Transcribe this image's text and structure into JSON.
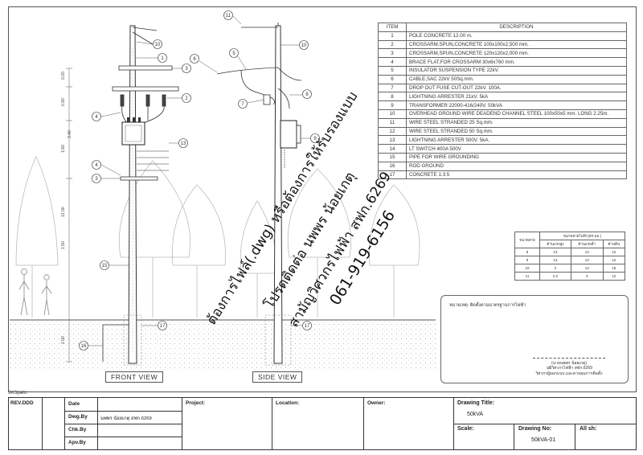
{
  "drawing": {
    "front_view_label": "FRONT VIEW",
    "side_view_label": "SIDE VIEW",
    "ks_label": "3KSpato",
    "dims": [
      "0.20",
      "0.90",
      "1.80",
      "3.40",
      "12.00",
      "1.50",
      "2.00"
    ],
    "callouts": [
      "10",
      "1",
      "3",
      "2",
      "4",
      "13",
      "4",
      "3",
      "15",
      "16",
      "17",
      "11",
      "10",
      "6",
      "5",
      "7",
      "8",
      "9",
      "17"
    ]
  },
  "materials": {
    "header_item": "ITEM",
    "header_desc": "DESCRIPTION",
    "rows": [
      {
        "no": "1",
        "desc": "POLE CONCRETE 12.00  m."
      },
      {
        "no": "2",
        "desc": "CROSSARM,SPUN,CONCRETE 100x100x2,500  mm."
      },
      {
        "no": "3",
        "desc": "CROSSARM,SPUN,CONCRETE 120x120x2,000  mm."
      },
      {
        "no": "4",
        "desc": "BRACE FLAT,FOR CROSSARM 30x6x760  mm."
      },
      {
        "no": "5",
        "desc": "INSULATOR SUSPENSION TYPE 22kV."
      },
      {
        "no": "6",
        "desc": "CABLE,SAC 22kV 50Sq.mm."
      },
      {
        "no": "7",
        "desc": "DROP OUT FUSE CUT-OUT 22kV. 100A."
      },
      {
        "no": "8",
        "desc": "LIGHTNING ARRESTER 21kV. 5kA"
      },
      {
        "no": "9",
        "desc": "TRANSFORMER 22000-416/240V. 50kVA"
      },
      {
        "no": "10",
        "desc": "OVERHEAD GROUND WIRE DEADEND CHANNEL STEEL 100x50x5 mm. LONG 2.25m."
      },
      {
        "no": "11",
        "desc": "WIRE STEEL STRANDED 25 Sq.mm."
      },
      {
        "no": "12",
        "desc": "WIRE STEEL STRANDED 50 Sq.mm."
      },
      {
        "no": "13",
        "desc": "LIGHTNING ARRESTER 500V. 5kA."
      },
      {
        "no": "14",
        "desc": "LT SWITCH 400A 500V"
      },
      {
        "no": "15",
        "desc": "PIPE FOR WIRE GROUNDING"
      },
      {
        "no": "16",
        "desc": "ROD GROUND"
      },
      {
        "no": "17",
        "desc": "CONCRETE 1:3:5"
      }
    ]
  },
  "load_table": {
    "header_a": "ขนาดสาย",
    "header_b": "ขนาดสายไฟฟ้า(ตร.มม.)",
    "sub": [
      "ด้านแรงสูง",
      "ด้านแรงต่ำ",
      "ด้านดิน"
    ],
    "rows": [
      [
        "8",
        "13",
        "13",
        "12"
      ],
      [
        "9",
        "13",
        "13",
        "12"
      ],
      [
        "10",
        "2",
        "14",
        "16"
      ],
      [
        "11",
        "2.2",
        "3",
        "12"
      ]
    ]
  },
  "note": {
    "text": "หมายเหตุ: ติดตั้งตามมาตรฐานการไฟฟ้า",
    "sig_name": "(นายนพพร น้อยเกตุ)",
    "sig_line2": "วุฒิวิศวกรไฟฟ้า สฟก.6269",
    "sig_line3": "วิศวกรผู้ออกแบบ และควบคุมการติดตั้ง"
  },
  "watermark": {
    "line1": "ต้องการไฟล์(.dwg) หรือต้องการให้รับรองแบบ",
    "line2": "โปรดติดต่อ นพพร น้อยเกตุ",
    "line3": "สามัญวิศวกรไฟฟ้า สฟก.6269",
    "line4": "061-919-6156"
  },
  "title_block": {
    "rev": "REV.DDD",
    "date_label": "Date",
    "dwg_by_label": "Dwg.By",
    "dwg_by_value": "นพพร น้อยเกตุ สฟก.6269",
    "chk_by_label": "Chk.By",
    "apv_by_label": "Apv.By",
    "project_label": "Project:",
    "location_label": "Location:",
    "owner_label": "Owner:",
    "title_label": "Drawing Title:",
    "title_value": "50kVA",
    "scale_label": "Scale:",
    "no_label": "Drawing No:",
    "no_value": "50kVA-01",
    "sheet_label": "All sh:"
  }
}
